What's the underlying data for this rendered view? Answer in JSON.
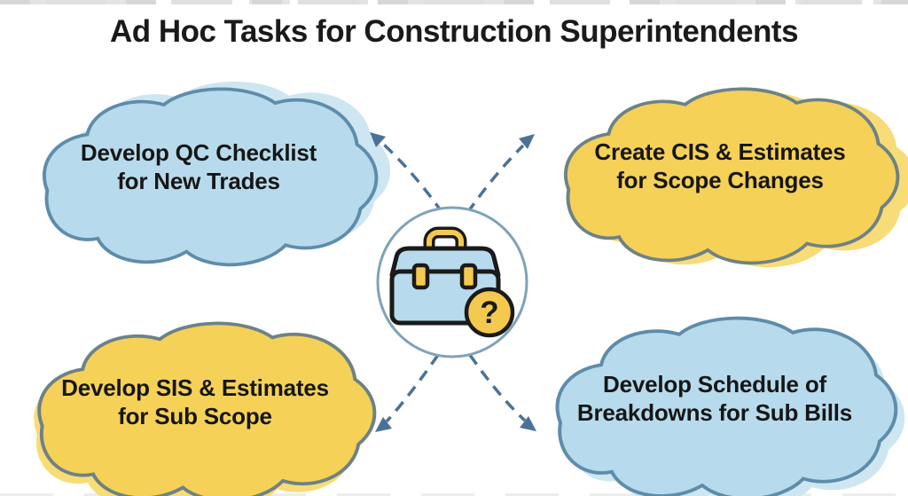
{
  "title": "Ad Hoc Tasks for Construction Superintendents",
  "clouds": [
    {
      "position": "top-left",
      "line1": "Develop QC Checklist",
      "line2": "for New Trades",
      "fill": "#b7dbec",
      "shadow": "#cde6f2",
      "stroke": "#5e8cab"
    },
    {
      "position": "top-right",
      "line1": "Create CIS & Estimates",
      "line2": "for Scope Changes",
      "fill": "#f5d158",
      "shadow": "#f7dc77",
      "stroke": "#6d8286"
    },
    {
      "position": "bottom-left",
      "line1": "Develop SIS & Estimates",
      "line2": "for Sub Scope",
      "fill": "#f5d158",
      "shadow": "#f7dc77",
      "stroke": "#6d8286"
    },
    {
      "position": "bottom-right",
      "line1": "Develop Schedule of",
      "line2": "Breakdowns for Sub Bills",
      "fill": "#b7dbec",
      "shadow": "#cde6f2",
      "stroke": "#5e8cab"
    }
  ],
  "center_icon": {
    "name": "briefcase-question-icon",
    "question_mark": "?",
    "ring_stroke": "#7fa2b8",
    "case_fill": "#b7dbec",
    "accent_fill": "#f3ca4e",
    "outline": "#1a1a1a"
  },
  "colors": {
    "background": "#ffffff",
    "text": "#161616",
    "title": "#1a1a1a",
    "arrow": "#4b7296"
  }
}
